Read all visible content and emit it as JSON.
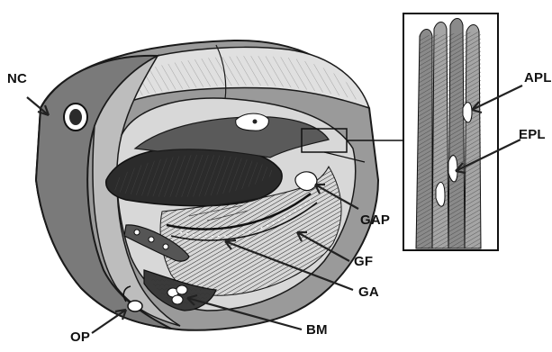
{
  "labels": {
    "nc": "NC",
    "op": "OP",
    "bm": "BM",
    "ga": "GA",
    "gf": "GF",
    "gap": "GAP",
    "apl": "APL",
    "epl": "EPL"
  },
  "colors": {
    "outline": "#1a1a1a",
    "body_dark": "#7a7a7a",
    "body_mid": "#9a9a9a",
    "body_light": "#bdbdbd",
    "cavity_dark": "#2b2b2b",
    "background": "#ffffff"
  },
  "icons": {
    "nc": "nostril-eye-icon",
    "op": "operculum-pore-icon",
    "bm": "bone-marrow-cluster-icon"
  }
}
